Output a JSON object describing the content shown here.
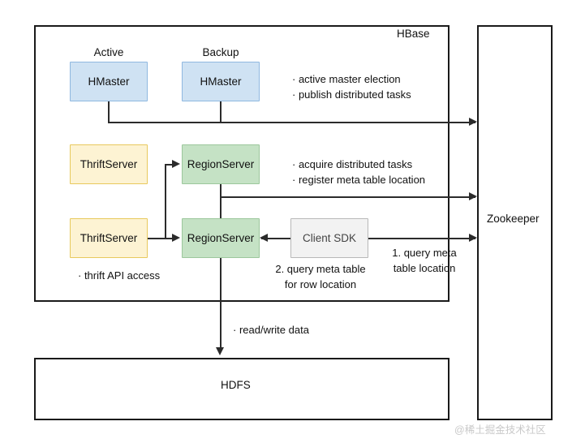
{
  "diagram": {
    "containers": {
      "hbase": {
        "label": "HBase"
      },
      "zookeeper": {
        "label": "Zookeeper"
      },
      "hdfs": {
        "label": "HDFS"
      }
    },
    "nodes": {
      "hmaster_active": {
        "label": "HMaster",
        "cap": "Active",
        "color": "#cfe2f3"
      },
      "hmaster_backup": {
        "label": "HMaster",
        "cap": "Backup",
        "color": "#cfe2f3"
      },
      "thrift_server_top": {
        "label": "ThriftServer",
        "color": "#fdf3d3"
      },
      "thrift_server_bottom": {
        "label": "ThriftServer",
        "color": "#fdf3d3"
      },
      "region_server_top": {
        "label": "RegionServer",
        "color": "#c5e2c5"
      },
      "region_server_bottom": {
        "label": "RegionServer",
        "color": "#c5e2c5"
      },
      "client_sdk": {
        "label": "Client SDK",
        "color": "#f2f2f2"
      }
    },
    "annotations": {
      "master_tasks": {
        "line1": "· active master election",
        "line2": "· publish distributed tasks"
      },
      "region_tasks": {
        "line1": "· acquire distributed tasks",
        "line2": "· register meta table location"
      },
      "thrift_api": "· thrift API access",
      "read_write": "· read/write data",
      "query_meta_location": {
        "line1": "1. query meta",
        "line2": "table location"
      },
      "query_meta_row": {
        "line1": "2. query meta table",
        "line2": "for row location"
      }
    },
    "watermark": "@稀土掘金技术社区"
  }
}
